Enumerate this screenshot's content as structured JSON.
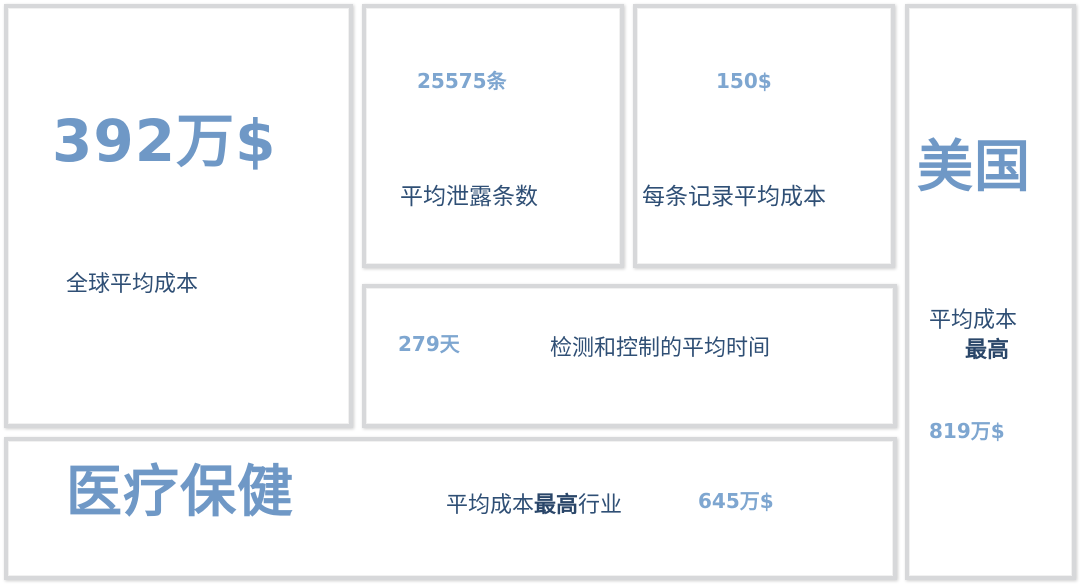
{
  "cards": {
    "global": {
      "value": "392万$",
      "label": "全球平均成本"
    },
    "breach_records": {
      "value": "25575条",
      "label": "平均泄露条数"
    },
    "per_record": {
      "value": "150$",
      "label": "每条记录平均成本"
    },
    "detection": {
      "value": "279天",
      "label": "检测和控制的平均时间"
    },
    "healthcare": {
      "title": "医疗保健",
      "label_prefix": "平均成本",
      "label_emphasis": "最高",
      "label_suffix": "行业",
      "value": "645万$"
    },
    "usa": {
      "title": "美国",
      "label_line1": "平均成本",
      "label_line2": "最高",
      "value": "819万$"
    }
  },
  "colors": {
    "big_text": "#6f98c6",
    "number_text": "#7ea6d0",
    "label_text": "#2f4f75",
    "panel_border": "#d7d8da"
  }
}
